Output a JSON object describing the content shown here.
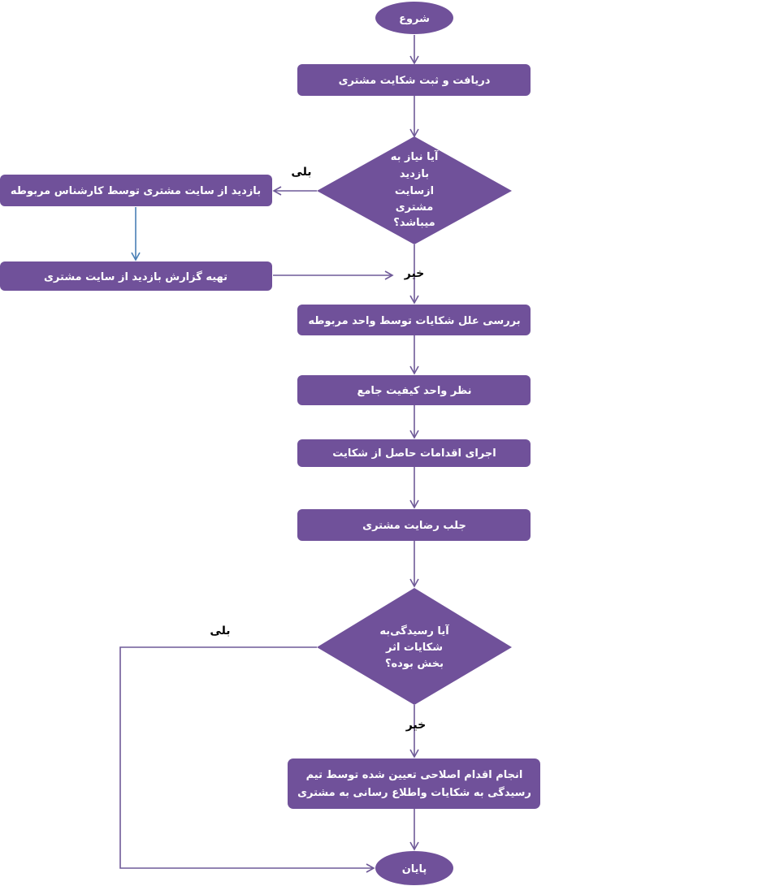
{
  "flowchart": {
    "colors": {
      "node": "#70519a",
      "connector": "#6f5a98",
      "accent_connector": "#4a7fb5",
      "text": "#ffffff"
    },
    "nodes": {
      "start": "شروع",
      "receive": "دریافت و ثبت شکایت مشتری",
      "decision1": [
        "آیا نیاز به",
        "بازدید",
        "ازسایت",
        "مشتری",
        "میباشد؟"
      ],
      "visit": "بازدید از سایت مشتری توسط کارشناس مربوطه",
      "report": "تهیه گزارش بازدید از سایت مشتری",
      "review": "بررسی علل شکایات توسط واحد مربوطه",
      "quality": "نظر واحد کیفیت جامع",
      "execute": "اجرای اقدامات حاصل از شکایت",
      "satisfaction": "جلب رضایت مشتری",
      "decision2": [
        "آیا رسیدگی‌به",
        "شکایات اثر",
        "بخش بوده؟"
      ],
      "corrective": [
        "انجام اقدام اصلاحی تعیین شده توسط تیم",
        "رسیدگی به شکایات واطلاع رسانی به مشتری"
      ],
      "end": "پایان"
    },
    "edge_labels": {
      "d1_yes": "بلی",
      "d1_no": "خیر",
      "d2_yes": "بلی",
      "d2_no": "خیر"
    }
  }
}
